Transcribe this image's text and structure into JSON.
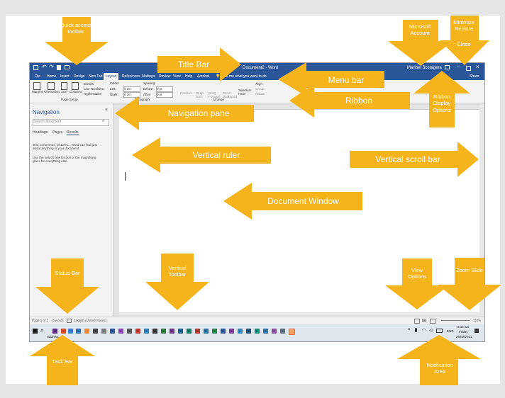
{
  "colors": {
    "callout": "#f5b41c",
    "word_blue": "#2b579a",
    "page_bg": "#e6e6e6"
  },
  "word": {
    "quick_access_icons": [
      "save-icon",
      "undo-icon",
      "redo-icon",
      "new-icon",
      "print-icon"
    ],
    "document_title": "Document2 - Word",
    "search_hint": "Tell me what you want to do",
    "user_name": "Maribel Scotagera",
    "share": "Share",
    "menu_tabs": [
      "File",
      "Home",
      "Insert",
      "Design",
      "New Tab",
      "Layout",
      "References",
      "Mailings",
      "Review",
      "View",
      "Help",
      "Acrobat"
    ],
    "ribbon": {
      "page_setup": {
        "label": "Page Setup",
        "margins": "Margins",
        "orientation": "Orientation",
        "size": "Size",
        "columns": "Columns",
        "breaks": "Breaks",
        "line_numbers": "Line Numbers",
        "hyphenation": "Hyphenation"
      },
      "paragraph": {
        "label": "Paragraph",
        "indent": "Indent",
        "spacing": "Spacing",
        "left_label": "Left:",
        "right_label": "Right:",
        "before_label": "Before:",
        "after_label": "After:",
        "left_value": "0 cm",
        "right_value": "0 cm",
        "before_value": "0 pt",
        "after_value": "0 pt"
      },
      "arrange": {
        "label": "Arrange",
        "position": "Position",
        "wrap_text": "Wrap Text",
        "bring_forward": "Bring Forward",
        "send_backward": "Send Backward",
        "selection_pane": "Selection Pane",
        "align": "Align",
        "group": "Group",
        "rotate": "Rotate"
      }
    },
    "navigation": {
      "title": "Navigation",
      "search_placeholder": "Search document",
      "tabs": [
        "Headings",
        "Pages",
        "Results"
      ],
      "body_1": "Text, comments, pictures... Word can find just about anything in your document.",
      "body_2": "Use the search box for text or the magnifying glass for everything else."
    },
    "status": {
      "page": "Page 1 of 1",
      "words": "0 words",
      "language": "English (United States)",
      "zoom": "110%"
    },
    "taskbar": {
      "address": "Address",
      "lang": "ENG",
      "time": "8:14 am",
      "day": "Friday",
      "date": "26/02/2021"
    }
  },
  "callouts": {
    "quick_access": "Quick access toolbar",
    "microsoft_account": "Microsoft Account",
    "minimize_restore": "Minimize Restore",
    "close": "Close",
    "title_bar": "Title Bar",
    "menu_bar": "Menu bar",
    "ribbon": "Ribbon",
    "ribbon_display": "Ribbon Display Options",
    "navigation_pane": "Navigation pane",
    "vertical_ruler": "Vertical ruler",
    "vertical_scroll": "Vertical scroll bar",
    "document_window": "Document Window",
    "status_bar": "Status Bar",
    "vertical_toolbar": "Vertical Toolbar",
    "view_options": "View Options",
    "zoom_slide": "Zoom Slide",
    "task_bar": "Task Bar",
    "notification_area": "Notification Area"
  }
}
